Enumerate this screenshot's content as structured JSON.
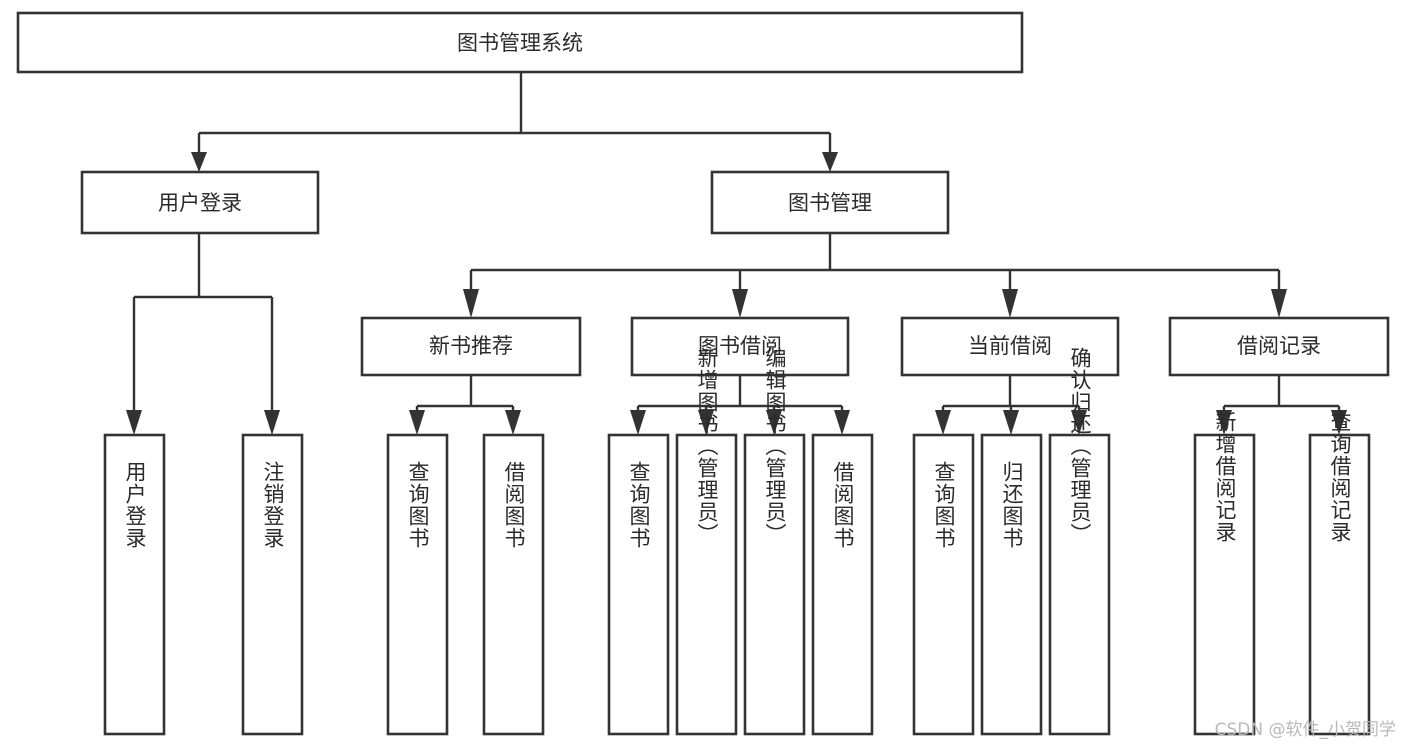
{
  "diagram": {
    "type": "tree-hierarchy",
    "title": "图书管理系统",
    "orientation": "top-down",
    "colors": {
      "box_stroke": "#333333",
      "box_fill": "#ffffff",
      "connector": "#333333",
      "text": "#2b2b2b",
      "watermark": "#b9b9b9",
      "background": "#ffffff"
    },
    "levels": {
      "root": "图书管理系统",
      "level2": [
        "用户登录",
        "图书管理"
      ],
      "level3": [
        "新书推荐",
        "图书借阅",
        "当前借阅",
        "借阅记录"
      ],
      "leaves": [
        "用户登录",
        "注销登录",
        "查询图书",
        "借阅图书",
        "查询图书",
        "新增图书（管理员）",
        "编辑图书（管理员）",
        "借阅图书",
        "查询图书",
        "归还图书",
        "确认归还（管理员）",
        "新增借阅记录",
        "查询借阅记录"
      ]
    },
    "nodes": {
      "root": {
        "label": "图书管理系统"
      },
      "user_login": {
        "label": "用户登录"
      },
      "book_manage": {
        "label": "图书管理"
      },
      "new_book_rec": {
        "label": "新书推荐"
      },
      "book_borrow": {
        "label": "图书借阅"
      },
      "current_borrow": {
        "label": "当前借阅"
      },
      "borrow_record": {
        "label": "借阅记录"
      },
      "leaf_user_login": {
        "label": "用户登录"
      },
      "leaf_user_logout": {
        "label": "注销登录"
      },
      "leaf_rec_query": {
        "label": "查询图书"
      },
      "leaf_rec_borrow": {
        "label": "借阅图书"
      },
      "leaf_borrow_query": {
        "label": "查询图书"
      },
      "leaf_borrow_add": {
        "label": "新增图书（管理员）"
      },
      "leaf_borrow_edit": {
        "label": "编辑图书（管理员）"
      },
      "leaf_borrow_take": {
        "label": "借阅图书"
      },
      "leaf_current_query": {
        "label": "查询图书"
      },
      "leaf_current_return": {
        "label": "归还图书"
      },
      "leaf_current_confirm": {
        "label": "确认归还（管理员）"
      },
      "leaf_record_add": {
        "label": "新增借阅记录"
      },
      "leaf_record_query": {
        "label": "查询借阅记录"
      }
    }
  },
  "watermark": {
    "text": "CSDN @软件_小贺同学"
  }
}
